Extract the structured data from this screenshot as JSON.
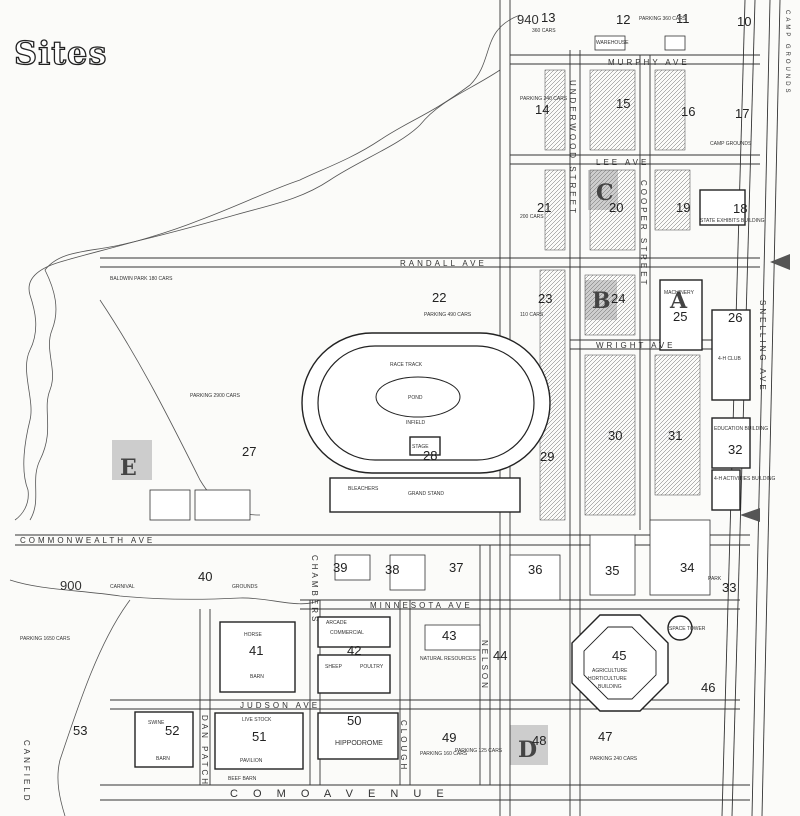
{
  "title": "Sites",
  "site_letters": {
    "A": "A",
    "B": "B",
    "C": "C",
    "D": "D",
    "E": "E"
  },
  "streets": {
    "murphy": "MURPHY AVE",
    "lee": "LEE AVE",
    "randall": "RANDALL AVE",
    "wright": "WRIGHT AVE",
    "commonwealth": "COMMONWEALTH AVE",
    "minnesota": "MINNESOTA AVE",
    "judson": "JUDSON AVE",
    "como": "C O M O  A V E N U E",
    "underwood": "UNDERWOOD STREET",
    "cooper": "COOPER STREET",
    "snelling": "SNELLING AVE",
    "chambers": "CHAMBERS",
    "clough": "CLOUGH",
    "nelson": "NELSON",
    "dan_patch": "DAN PATCH",
    "canfield": "CANFIELD",
    "camp_grounds": "CAMP GROUNDS"
  },
  "parking": {
    "lot12": "PARKING 360 CARS",
    "lot13": "360 CARS",
    "lot14": "PARKING 240 CARS",
    "baldwin": "BALDWIN PARK 180 CARS",
    "lot22": "PARKING 490 CARS",
    "lot23": "110 CARS",
    "big": "PARKING 2900 CARS",
    "lot40": "PARKING 1650 CARS",
    "lot49": "PARKING 160 CARS",
    "lot47": "PARKING 240 CARS",
    "lot48": "PARKING 125 CARS",
    "lot21": "200 CARS",
    "lot33": "PARK"
  },
  "buildings": {
    "race_track": "RACE TRACK",
    "pond": "POND",
    "infield": "INFIELD",
    "grandstand": "GRAND STAND",
    "horse_barn": "HORSE",
    "barn": "BARN",
    "sheep": "SHEEP",
    "poultry": "POULTRY",
    "swine": "SWINE",
    "live_stock": "LIVE STOCK",
    "pavilion": "PAVILION",
    "hippodrome": "HIPPODROME",
    "agriculture": "AGRICULTURE",
    "horticulture": "HORTICULTURE",
    "building": "BUILDING",
    "machinery": "MACHINERY",
    "state_exhibits": "STATE EXHIBITS BUILDING",
    "space_tower": "SPACE TOWER",
    "education": "EDUCATION BUILDING",
    "activities": "4-H ACTIVITIES BUILDING",
    "carnival": "CARNIVAL",
    "grounds": "GROUNDS",
    "warehouse": "WAREHOUSE",
    "bleachers": "BLEACHERS",
    "stage": "STAGE",
    "camp": "CAMP GROUNDS",
    "arcade": "ARCADE",
    "beef_barn": "BEEF BARN",
    "commercial": "COMMERCIAL",
    "natural_resources": "NATURAL RESOURCES",
    "club": "4-H CLUB"
  },
  "contour_labels": [
    "940",
    "900"
  ],
  "site_numbers": [
    "10",
    "11",
    "12",
    "13",
    "14",
    "15",
    "16",
    "17",
    "18",
    "19",
    "20",
    "21",
    "22",
    "23",
    "24",
    "25",
    "26",
    "27",
    "28",
    "29",
    "30",
    "31",
    "32",
    "33",
    "34",
    "35",
    "36",
    "37",
    "38",
    "39",
    "40",
    "41",
    "42",
    "43",
    "44",
    "45",
    "46",
    "47",
    "48",
    "49",
    "50",
    "51",
    "52",
    "53"
  ]
}
